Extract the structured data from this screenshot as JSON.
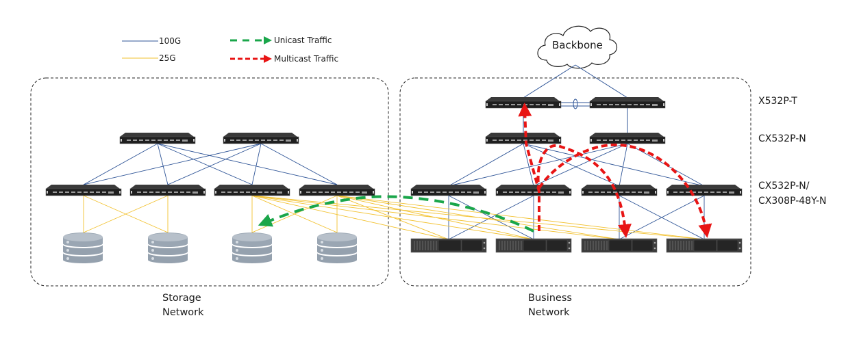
{
  "legend": {
    "links": [
      {
        "label": "100G",
        "color": "#2f5597"
      },
      {
        "label": "25G",
        "color": "#f2c12e"
      }
    ],
    "traffic": [
      {
        "label": "Unicast  Traffic",
        "color": "#1aa64a",
        "style": "long-dash"
      },
      {
        "label": "Multicast  Traffic",
        "color": "#e81515",
        "style": "short-dash"
      }
    ]
  },
  "backbone": {
    "label": "Backbone"
  },
  "tiers": [
    {
      "label": "X532P-T"
    },
    {
      "label": "CX532P-N"
    },
    {
      "label_line1": "CX532P-N/",
      "label_line2": "CX308P-48Y-N"
    }
  ],
  "regions": {
    "storage": {
      "line1": "Storage",
      "line2": "Network"
    },
    "business": {
      "line1": "Business",
      "line2": "Network"
    }
  },
  "colors": {
    "link_100g": "#2f5597",
    "link_25g": "#f2c12e",
    "unicast": "#1aa64a",
    "multicast": "#e81515",
    "device": "#2b2b2b",
    "storage": "#97a3b0"
  }
}
